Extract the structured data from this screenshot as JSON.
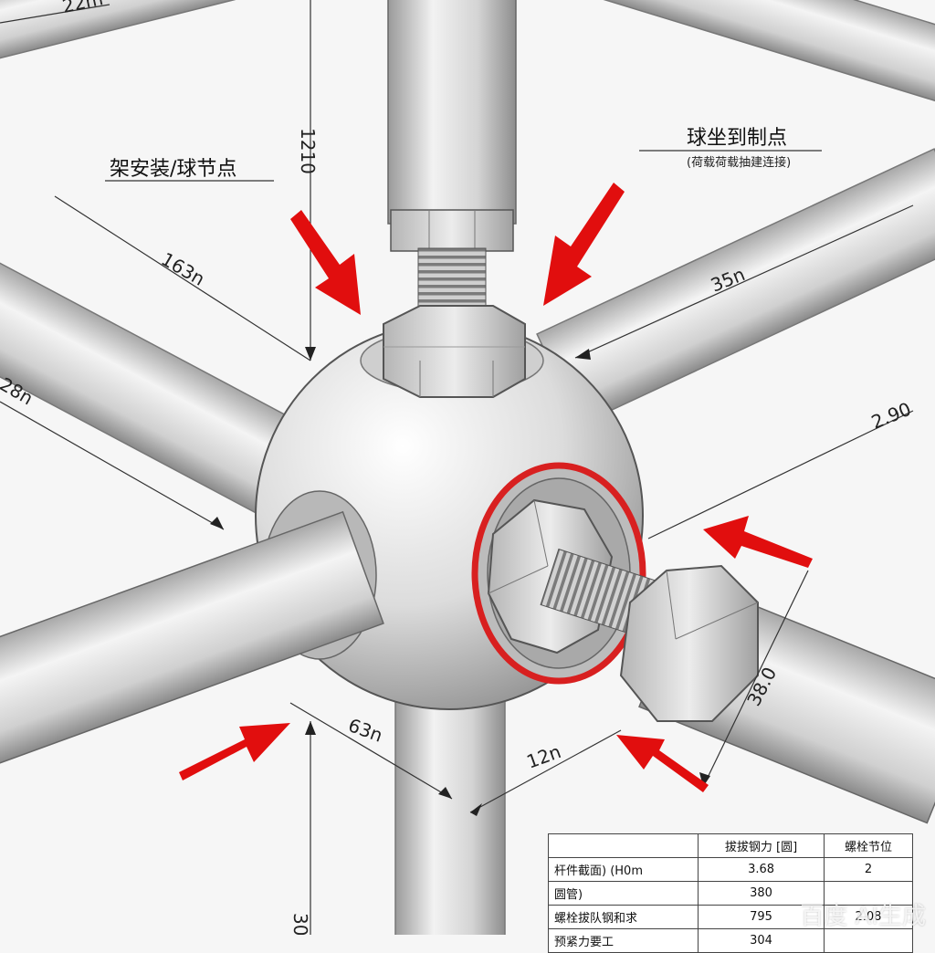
{
  "callouts": {
    "left_title": "架安装/球节点",
    "right_title": "球坐到制点",
    "right_subtitle": "(荷载荷载抽建连接)"
  },
  "dimensions": {
    "top_left": "22m",
    "vertical_top": "1210",
    "upper_left": "163n",
    "far_left": "28n",
    "upper_right": "35n",
    "right": "2.90",
    "diagonal_right": "38.0",
    "lower_middle": "63n",
    "lower_right": "12n",
    "bottom_vertical": "30"
  },
  "table": {
    "headers": [
      "",
      "拔拔钢力 [圆]",
      "螺栓节位"
    ],
    "rows": [
      {
        "label": "杆件截面) (H0m",
        "value": "3.68",
        "extra": "2"
      },
      {
        "label": "圆管)",
        "value": "380",
        "extra": ""
      },
      {
        "label": "螺栓拔队钢和求",
        "value": "795",
        "extra": "2.08"
      },
      {
        "label": "预紧力要工",
        "value": "304",
        "extra": ""
      }
    ]
  },
  "watermark": "百度 AI生成",
  "colors": {
    "accent_red": "#e10e0e",
    "tube_gray": "#d9d9d9",
    "line_dark": "#222222"
  }
}
